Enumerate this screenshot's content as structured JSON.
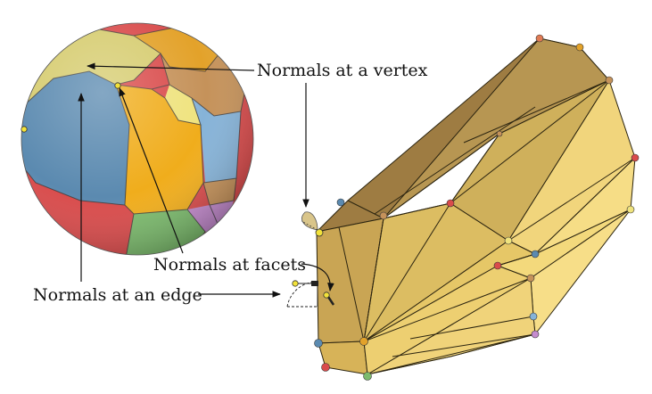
{
  "labels": {
    "vertex": "Normals at a vertex",
    "facets": "Normals at facets",
    "edge": "Normals at an edge"
  },
  "colors": {
    "blue": "#5b8ab0",
    "khaki": "#d6cc6f",
    "orange": "#e3a22a",
    "red": "#d94b4b",
    "tan": "#c5925a",
    "lightblue": "#86b3d8",
    "green": "#7cbb6d",
    "pink": "#c58ccf",
    "yellow": "#efe37e",
    "poly_light": "#f2d77e",
    "poly_mid": "#e2c46a",
    "poly_dark": "#b8954f",
    "poly_top": "#a38146"
  }
}
